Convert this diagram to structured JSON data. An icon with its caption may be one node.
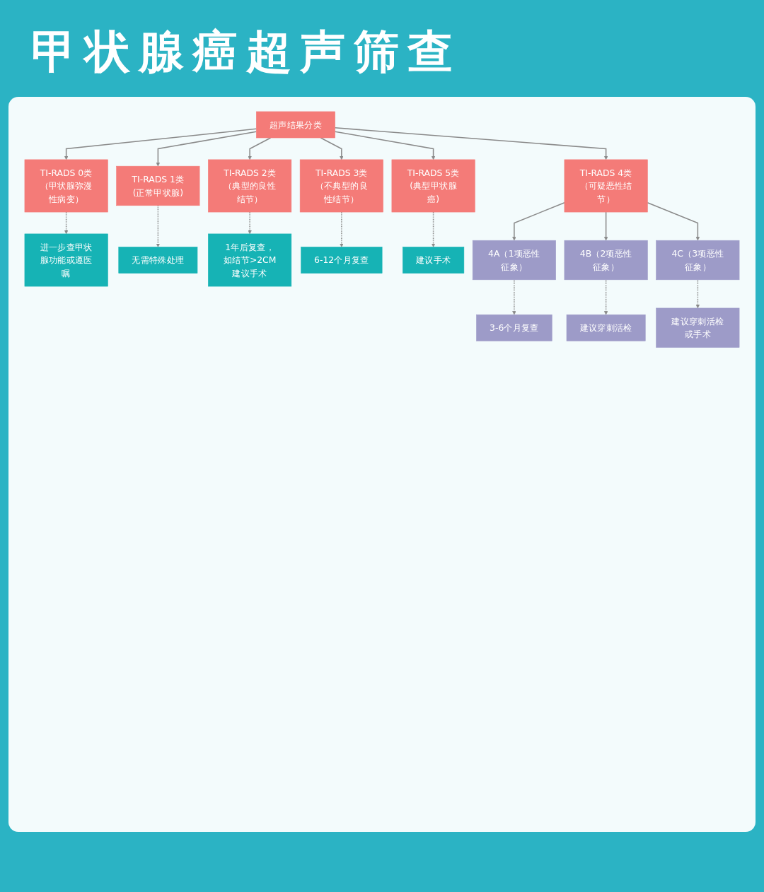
{
  "diagram": {
    "title": "甲状腺癌超声筛查",
    "nodes": [
      {
        "text": [
          "超声结果分类"
        ]
      },
      {
        "text": [
          "TI-RADS 0类（甲状腺弥漫性病变）"
        ]
      },
      {
        "text": [
          "TI-RADS 1类(正常甲状腺)"
        ]
      },
      {
        "text": [
          "TI-RADS 2类（典型的良性结节）"
        ]
      },
      {
        "text": [
          "TI-RADS 3类（不典型的良性结节）"
        ]
      },
      {
        "text": [
          "TI-RADS 4类（可疑恶性结节）"
        ]
      },
      {
        "text": [
          "TI-RADS 5类(典型甲状腺癌)"
        ]
      },
      {
        "text": [
          "进一步查甲状腺功能或遵医嘱"
        ]
      },
      {
        "text": [
          "无需特殊处理"
        ]
      },
      {
        "text": [
          "1年后复查，如结节>2CM建议手术"
        ]
      },
      {
        "text": [
          "6-12个月复查"
        ]
      },
      {
        "text": [
          "建议手术"
        ]
      },
      {
        "text": [
          "4A（1项恶性征象）"
        ]
      },
      {
        "text": [
          "4B（2项恶性征象）"
        ]
      },
      {
        "text": [
          "4C（3项恶性征象）"
        ]
      },
      {
        "text": [
          "3-6个月复查"
        ]
      },
      {
        "text": [
          "建议穿刺活检"
        ]
      },
      {
        "text": [
          "建议穿刺活检或手术"
        ]
      }
    ],
    "edges": [
      {
        "from": 0,
        "to": 1,
        "arrow": "to"
      },
      {
        "from": 0,
        "to": 2,
        "arrow": "to"
      },
      {
        "from": 0,
        "to": 3,
        "arrow": "to"
      },
      {
        "from": 0,
        "to": 4,
        "arrow": "to"
      },
      {
        "from": 0,
        "to": 5,
        "arrow": "to"
      },
      {
        "from": 0,
        "to": 6,
        "arrow": "to"
      },
      {
        "from": 1,
        "to": 7,
        "arrow": "to",
        "style": "dashed"
      },
      {
        "from": 2,
        "to": 8,
        "arrow": "to",
        "style": "dashed"
      },
      {
        "from": 3,
        "to": 9,
        "arrow": "to",
        "style": "dashed"
      },
      {
        "from": 4,
        "to": 10,
        "arrow": "to",
        "style": "dashed"
      },
      {
        "from": 5,
        "to": 12,
        "arrow": "to"
      },
      {
        "from": 5,
        "to": 13,
        "arrow": "to"
      },
      {
        "from": 5,
        "to": 14,
        "arrow": "to"
      },
      {
        "from": 6,
        "to": 11,
        "arrow": "to",
        "style": "dashed"
      },
      {
        "from": 12,
        "to": 15,
        "arrow": "to",
        "style": "dashed"
      },
      {
        "from": 13,
        "to": 16,
        "arrow": "to",
        "style": "dashed"
      },
      {
        "from": 14,
        "to": 17,
        "arrow": "to",
        "style": "dashed"
      }
    ]
  }
}
